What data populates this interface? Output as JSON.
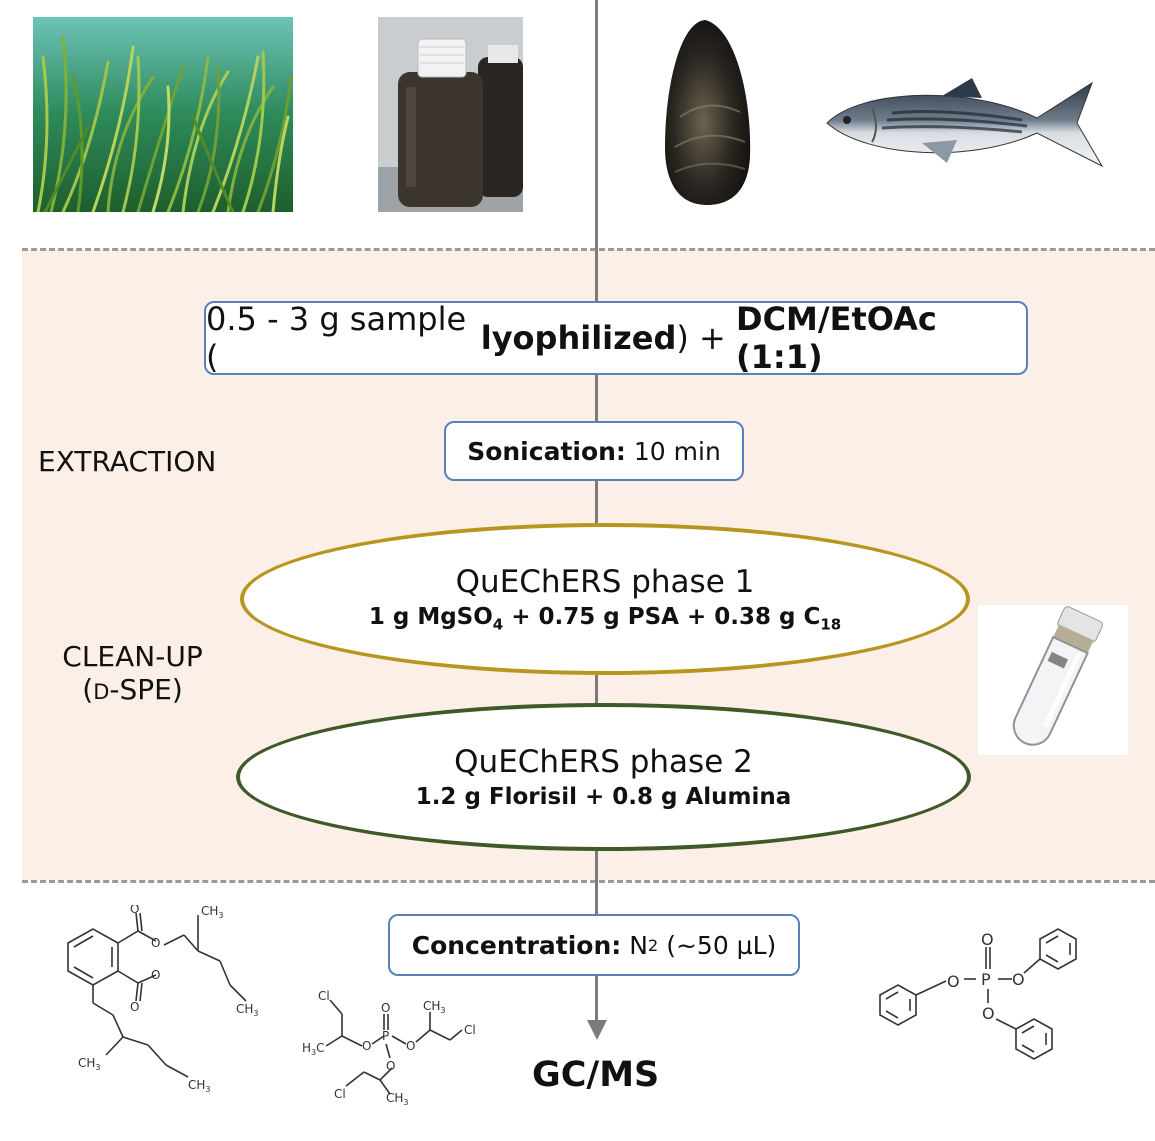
{
  "steps": {
    "sample": {
      "prefix": "0.5 - 3 g sample (",
      "bold1": "lyophilized",
      "mid": ") + ",
      "bold2": "DCM/EtOAc (1:1)"
    },
    "sonication": {
      "label": "Sonication:",
      "value": " 10 min"
    },
    "phase1": {
      "title": "QuEChERS phase 1",
      "detail_a": "1 g MgSO",
      "sub_a": "4",
      "detail_b": " + 0.75 g PSA + 0.38 g C",
      "sub_b": "18"
    },
    "phase2": {
      "title": "QuEChERS phase 2",
      "detail": "1.2 g Florisil + 0.8 g Alumina"
    },
    "concentration": {
      "label": "Concentration:",
      "value_a": " N",
      "sub": "2",
      "value_b": " (~50 µL)"
    },
    "output": "GC/MS"
  },
  "side_labels": {
    "extraction": "EXTRACTION",
    "cleanup": "CLEAN-UP",
    "dspe_open": "(",
    "dspe_d": "D",
    "dspe_rest": "-SPE)"
  },
  "molecule_labels": {
    "ch3": "CH",
    "ch3_sub": "3",
    "h3c": "H",
    "h3c_sub": "3",
    "h3c_c": "C",
    "cl": "Cl",
    "o": "O",
    "p": "P"
  },
  "colors": {
    "box_border": "#5b7fb8",
    "phase1_border": "#b8961e",
    "phase2_border": "#3f5a26",
    "band_fill": "#fcefe8",
    "dash": "#9a9a9a",
    "line": "#7b7b7b"
  }
}
